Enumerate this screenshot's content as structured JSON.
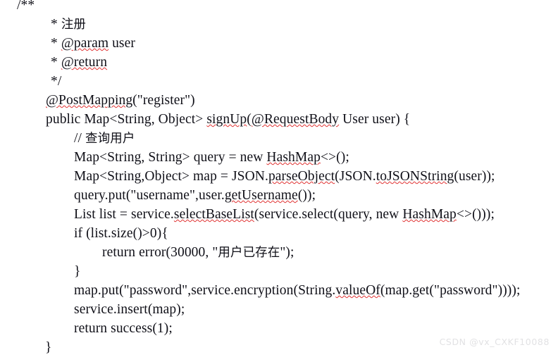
{
  "document": {
    "kind": "code-snippet",
    "language": "Java",
    "background_color": "#ffffff",
    "text_color": "#101018",
    "spellcheck_underline_color": "#e03131"
  },
  "code": {
    "lines": [
      {
        "indent": 0,
        "text": "/**"
      },
      {
        "indent": 1,
        "text": "* 注册"
      },
      {
        "indent": 1,
        "text": "* @param user"
      },
      {
        "indent": 1,
        "text": "* @return"
      },
      {
        "indent": 1,
        "text": "*/"
      },
      {
        "indent": 2,
        "text": "@PostMapping(\"register\")"
      },
      {
        "indent": 2,
        "text": "public Map<String, Object> signUp(@RequestBody User user) {"
      },
      {
        "indent": 3,
        "text": "// 查询用户"
      },
      {
        "indent": 3,
        "text": "Map<String, String> query = new HashMap<>();"
      },
      {
        "indent": 3,
        "text": "Map<String,Object> map = JSON.parseObject(JSON.toJSONString(user));"
      },
      {
        "indent": 3,
        "text": "query.put(\"username\",user.getUsername());"
      },
      {
        "indent": 3,
        "text": "List list = service.selectBaseList(service.select(query, new HashMap<>()));"
      },
      {
        "indent": 3,
        "text": "if (list.size()>0){"
      },
      {
        "indent": 4,
        "text": "return error(30000, \"用户已存在\");"
      },
      {
        "indent": 3,
        "text": "}"
      },
      {
        "indent": 3,
        "text": "map.put(\"password\",service.encryption(String.valueOf(map.get(\"password\"))));"
      },
      {
        "indent": 3,
        "text": "service.insert(map);"
      },
      {
        "indent": 3,
        "text": "return success(1);"
      },
      {
        "indent": 5,
        "text": "}"
      }
    ],
    "misspelled_tokens": [
      "@param",
      "@PostMapping",
      "signUp",
      "@RequestBody",
      "HashMap",
      "parseObject",
      "toJSONString",
      "getUsername",
      "selectBaseList",
      "valueOf"
    ]
  },
  "watermark": {
    "text": "CSDN @vx_CXKF10088",
    "color": "#e2e2e4"
  }
}
